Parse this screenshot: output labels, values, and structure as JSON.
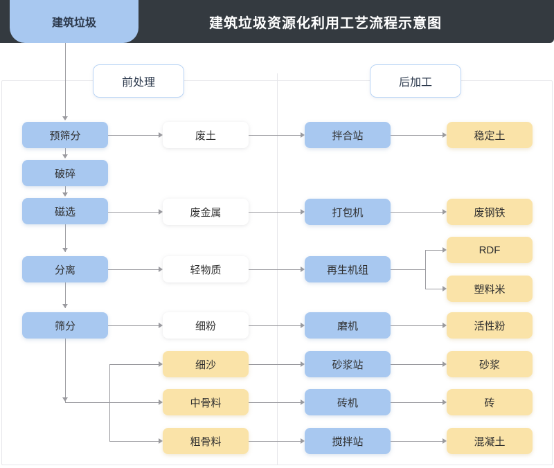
{
  "header": {
    "tab_label": "建筑垃圾",
    "title": "建筑垃圾资源化利用工艺流程示意图",
    "bar_color": "#343a40",
    "tab_color": "#A8C8F0"
  },
  "sections": [
    {
      "id": "pre",
      "label": "前处理"
    },
    {
      "id": "post",
      "label": "后加工"
    }
  ],
  "palette": {
    "process_blue": "#A8C8F0",
    "product_yellow": "#FAE3A8",
    "material_white": "#ffffff",
    "connector_gray": "#9a9a9f",
    "panel_border": "#e6e6ea"
  },
  "chart_data": {
    "type": "diagram",
    "title": "建筑垃圾资源化利用工艺流程示意图",
    "columns": [
      {
        "id": "process",
        "kind": "blue"
      },
      {
        "id": "material",
        "kind": "mixed"
      },
      {
        "id": "equipment",
        "kind": "blue"
      },
      {
        "id": "product",
        "kind": "yellow"
      }
    ],
    "nodes": [
      {
        "id": "n_source",
        "label": "建筑垃圾",
        "kind": "tab"
      },
      {
        "id": "n_presc",
        "label": "预筛分",
        "kind": "blue",
        "col": "process"
      },
      {
        "id": "n_crush",
        "label": "破碎",
        "kind": "blue",
        "col": "process"
      },
      {
        "id": "n_mag",
        "label": "磁选",
        "kind": "blue",
        "col": "process"
      },
      {
        "id": "n_sep",
        "label": "分离",
        "kind": "blue",
        "col": "process"
      },
      {
        "id": "n_screen",
        "label": "筛分",
        "kind": "blue",
        "col": "process"
      },
      {
        "id": "n_soil",
        "label": "废土",
        "kind": "white",
        "col": "material"
      },
      {
        "id": "n_metal",
        "label": "废金属",
        "kind": "white",
        "col": "material"
      },
      {
        "id": "n_light",
        "label": "轻物质",
        "kind": "white",
        "col": "material"
      },
      {
        "id": "n_fine",
        "label": "细粉",
        "kind": "white",
        "col": "material"
      },
      {
        "id": "n_sand",
        "label": "细沙",
        "kind": "yellow",
        "col": "material"
      },
      {
        "id": "n_midagg",
        "label": "中骨料",
        "kind": "yellow",
        "col": "material"
      },
      {
        "id": "n_coarse",
        "label": "粗骨料",
        "kind": "yellow",
        "col": "material"
      },
      {
        "id": "n_mixst",
        "label": "拌合站",
        "kind": "blue",
        "col": "equipment"
      },
      {
        "id": "n_baler",
        "label": "打包机",
        "kind": "blue",
        "col": "equipment"
      },
      {
        "id": "n_regen",
        "label": "再生机组",
        "kind": "blue",
        "col": "equipment"
      },
      {
        "id": "n_mill",
        "label": "磨机",
        "kind": "blue",
        "col": "equipment"
      },
      {
        "id": "n_mortst",
        "label": "砂浆站",
        "kind": "blue",
        "col": "equipment"
      },
      {
        "id": "n_brickm",
        "label": "砖机",
        "kind": "blue",
        "col": "equipment"
      },
      {
        "id": "n_concst",
        "label": "搅拌站",
        "kind": "blue",
        "col": "equipment"
      },
      {
        "id": "n_stabsoil",
        "label": "稳定土",
        "kind": "yellow",
        "col": "product"
      },
      {
        "id": "n_scrap",
        "label": "废钢铁",
        "kind": "yellow",
        "col": "product"
      },
      {
        "id": "n_rdf",
        "label": "RDF",
        "kind": "yellow",
        "col": "product"
      },
      {
        "id": "n_pellet",
        "label": "塑料米",
        "kind": "yellow",
        "col": "product"
      },
      {
        "id": "n_actpow",
        "label": "活性粉",
        "kind": "yellow",
        "col": "product"
      },
      {
        "id": "n_mortar",
        "label": "砂浆",
        "kind": "yellow",
        "col": "product"
      },
      {
        "id": "n_brick",
        "label": "砖",
        "kind": "yellow",
        "col": "product"
      },
      {
        "id": "n_concrete",
        "label": "混凝土",
        "kind": "yellow",
        "col": "product"
      }
    ],
    "edges": [
      {
        "from": "n_source",
        "to": "n_presc"
      },
      {
        "from": "n_presc",
        "to": "n_crush"
      },
      {
        "from": "n_crush",
        "to": "n_mag"
      },
      {
        "from": "n_mag",
        "to": "n_sep"
      },
      {
        "from": "n_sep",
        "to": "n_screen"
      },
      {
        "from": "n_presc",
        "to": "n_soil"
      },
      {
        "from": "n_mag",
        "to": "n_metal"
      },
      {
        "from": "n_sep",
        "to": "n_light"
      },
      {
        "from": "n_screen",
        "to": "n_fine"
      },
      {
        "from": "n_screen",
        "to": "n_sand"
      },
      {
        "from": "n_screen",
        "to": "n_midagg"
      },
      {
        "from": "n_screen",
        "to": "n_coarse"
      },
      {
        "from": "n_soil",
        "to": "n_mixst"
      },
      {
        "from": "n_metal",
        "to": "n_baler"
      },
      {
        "from": "n_light",
        "to": "n_regen"
      },
      {
        "from": "n_fine",
        "to": "n_mill"
      },
      {
        "from": "n_sand",
        "to": "n_mortst"
      },
      {
        "from": "n_midagg",
        "to": "n_brickm"
      },
      {
        "from": "n_coarse",
        "to": "n_concst"
      },
      {
        "from": "n_mixst",
        "to": "n_stabsoil"
      },
      {
        "from": "n_baler",
        "to": "n_scrap"
      },
      {
        "from": "n_regen",
        "to": "n_rdf"
      },
      {
        "from": "n_regen",
        "to": "n_pellet"
      },
      {
        "from": "n_mill",
        "to": "n_actpow"
      },
      {
        "from": "n_mortst",
        "to": "n_mortar"
      },
      {
        "from": "n_brickm",
        "to": "n_brick"
      },
      {
        "from": "n_concst",
        "to": "n_concrete"
      }
    ]
  }
}
